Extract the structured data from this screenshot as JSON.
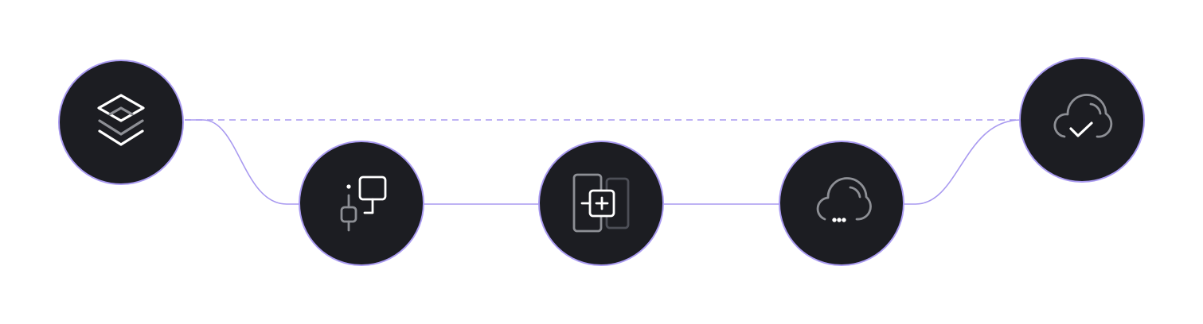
{
  "colors": {
    "background": "#ffffff",
    "node_fill": "#1c1d22",
    "node_stroke": "#a99af0",
    "connector": "#a99af0",
    "icon_white": "#ffffff",
    "icon_gray": "#8d8f95",
    "icon_dark_gray": "#4d4f57"
  },
  "nodes": [
    {
      "name": "layers",
      "icon": "layers-icon"
    },
    {
      "name": "connect",
      "icon": "node-connect-icon"
    },
    {
      "name": "add-device",
      "icon": "add-device-icon"
    },
    {
      "name": "cloud-pending",
      "icon": "cloud-pending-icon"
    },
    {
      "name": "cloud-done",
      "icon": "cloud-check-icon"
    }
  ]
}
